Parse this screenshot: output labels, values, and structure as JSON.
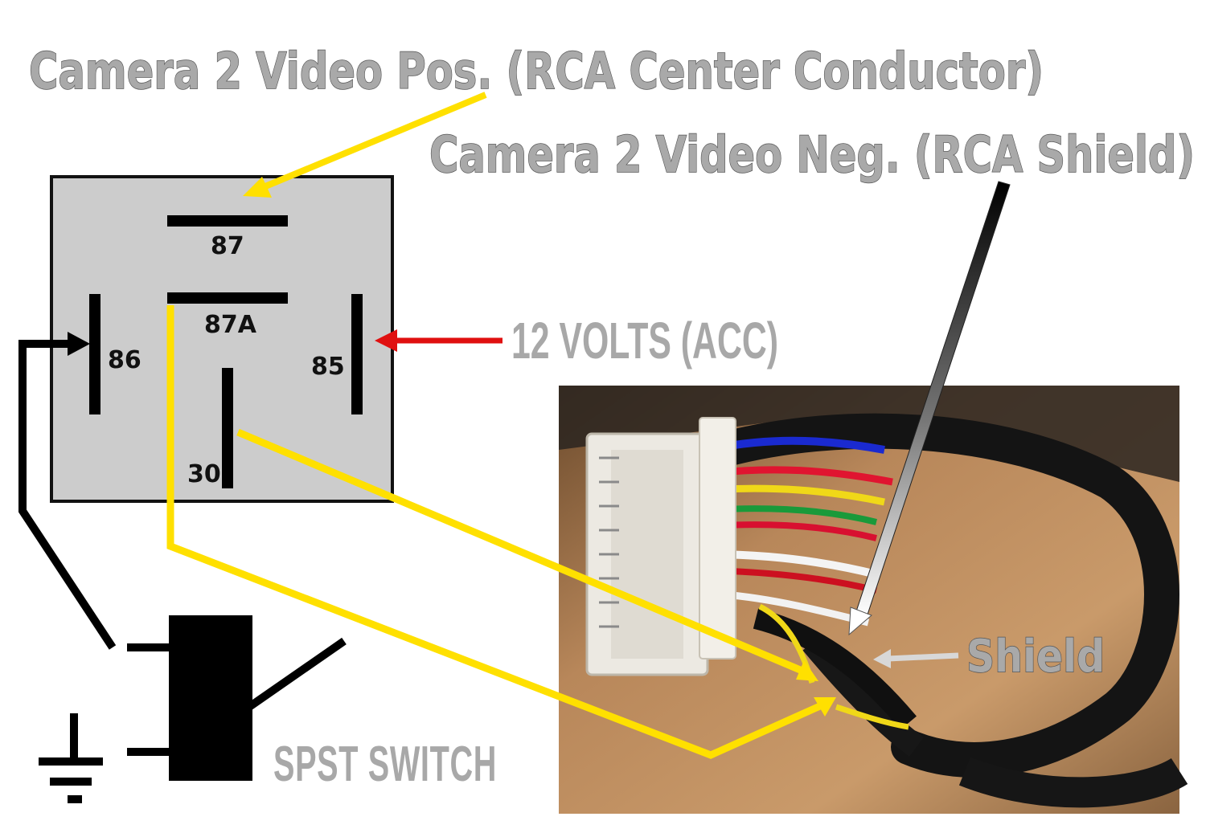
{
  "labels": {
    "video_pos": "Camera 2 Video Pos. (RCA Center Conductor)",
    "video_neg": "Camera 2 Video Neg. (RCA Shield)",
    "twelve_volts": "12 VOLTS (ACC)",
    "shield": "Shield",
    "spst_switch": "SPST SWITCH"
  },
  "relay": {
    "pins": {
      "p87": "87",
      "p87a": "87A",
      "p86": "86",
      "p85": "85",
      "p30": "30"
    }
  },
  "colors": {
    "relay_body": "#cccccc",
    "signal_wire": "#ffe000",
    "power_wire": "#e01010",
    "ground_wire": "#000000",
    "label_gray": "#a9a9a9"
  },
  "icons": {
    "ground": "ground-symbol-icon",
    "switch": "spst-switch-icon",
    "photo": "wiring-harness-photo"
  }
}
